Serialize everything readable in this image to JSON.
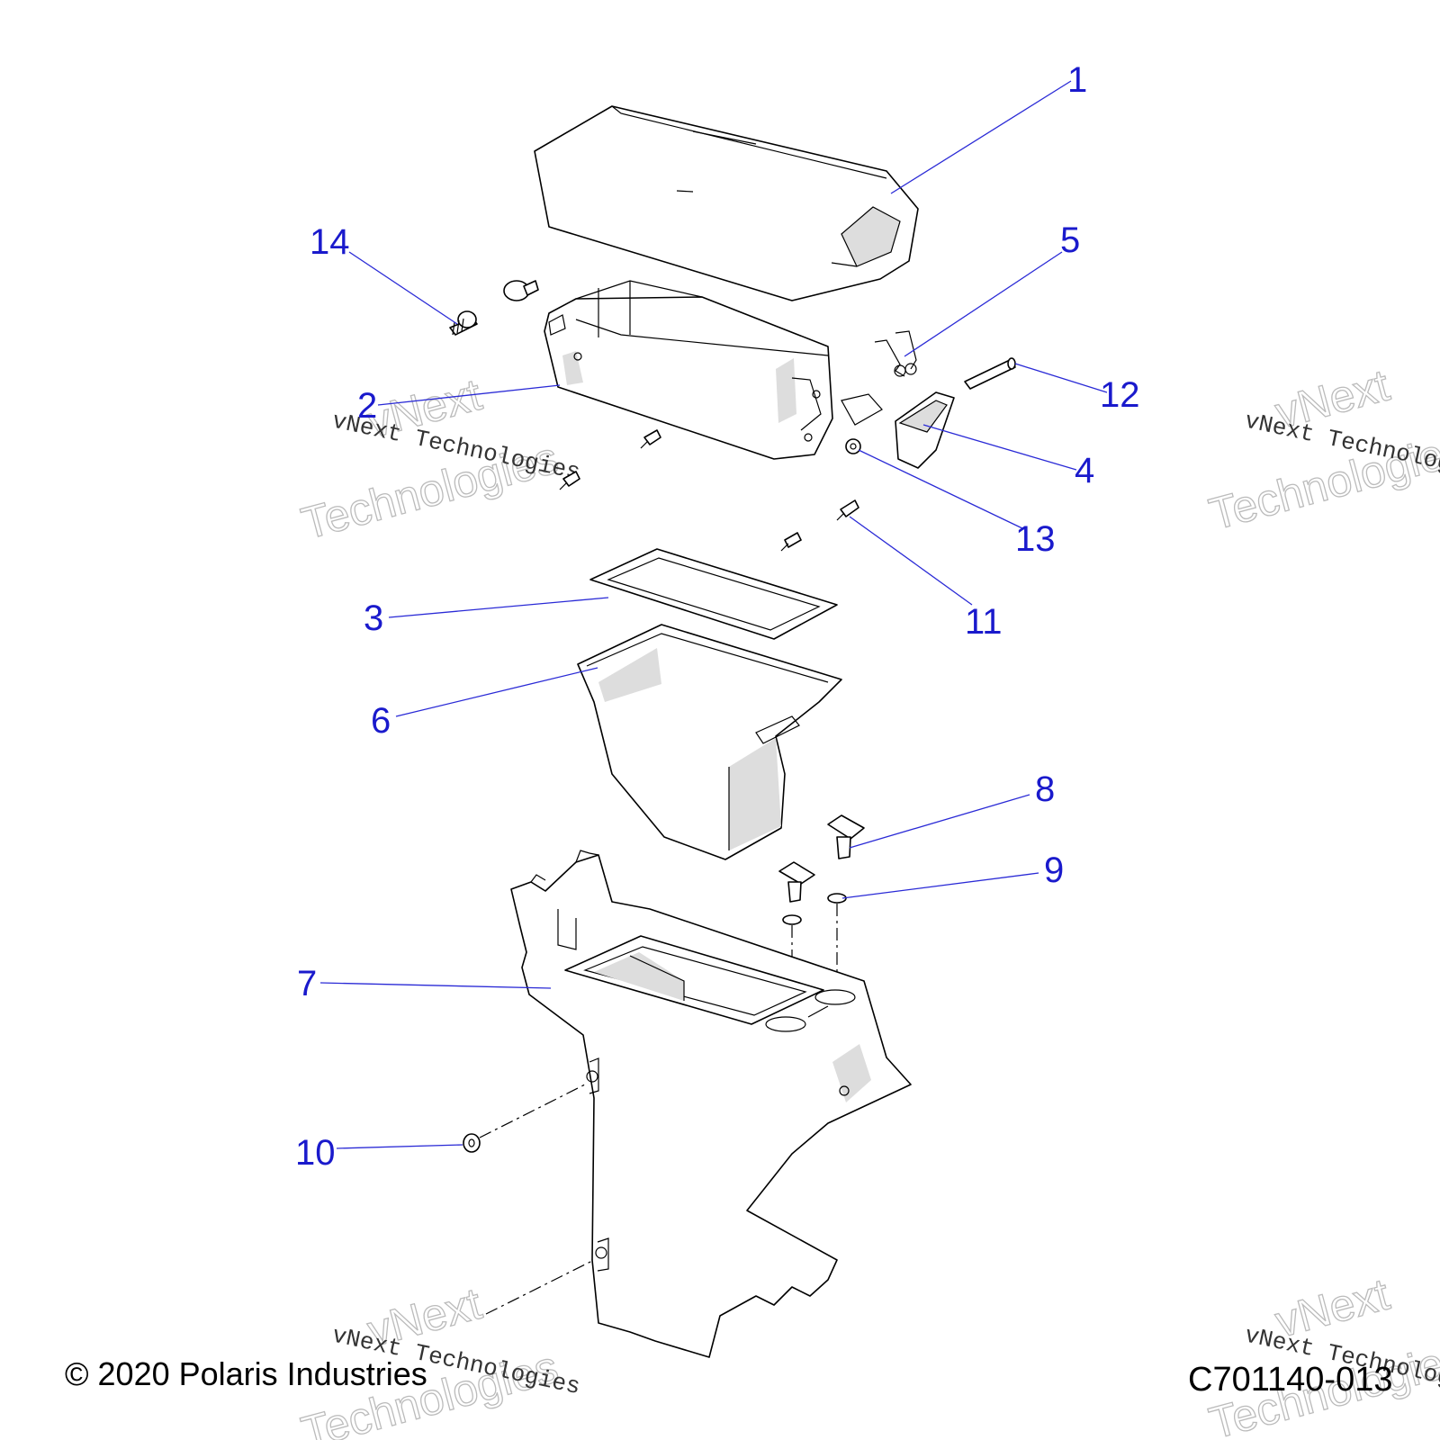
{
  "callouts": [
    {
      "id": "1",
      "text": "1"
    },
    {
      "id": "2",
      "text": "2"
    },
    {
      "id": "3",
      "text": "3"
    },
    {
      "id": "4",
      "text": "4"
    },
    {
      "id": "5",
      "text": "5"
    },
    {
      "id": "6",
      "text": "6"
    },
    {
      "id": "7",
      "text": "7"
    },
    {
      "id": "8",
      "text": "8"
    },
    {
      "id": "9",
      "text": "9"
    },
    {
      "id": "10",
      "text": "10"
    },
    {
      "id": "11",
      "text": "11"
    },
    {
      "id": "12",
      "text": "12"
    },
    {
      "id": "13",
      "text": "13"
    },
    {
      "id": "14",
      "text": "14"
    }
  ],
  "watermark": {
    "line1": "vNext",
    "line2": "Technologies",
    "inline": "vNext Technologies"
  },
  "footer": {
    "copyright": "© 2020 Polaris Industries",
    "figure_code": "C701140-013"
  },
  "colors": {
    "callout": "#1a1acc",
    "leader": "#2a2ad6",
    "line_art": "#000000",
    "shade": "#dddddd",
    "watermark": "#bbbbbb"
  }
}
